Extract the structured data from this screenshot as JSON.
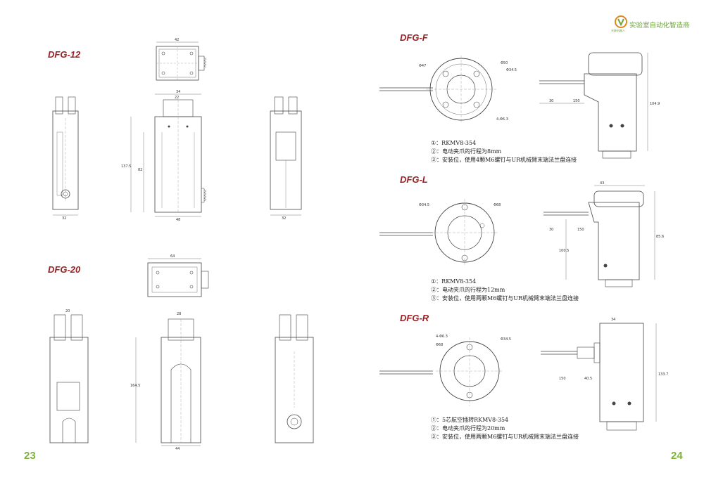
{
  "header": {
    "brand_tagline": "实验室自动化智造商",
    "logo_caption": "天豪机器人"
  },
  "pages": {
    "left": "23",
    "right": "24"
  },
  "models": {
    "dfg12": {
      "title": "DFG-12"
    },
    "dfg20": {
      "title": "DFG-20"
    },
    "dfgf": {
      "title": "DFG-F",
      "notes": [
        "①：RKMV8-354",
        "②：电动夹爪的行程为8mm",
        "③：安装位，使用4颗M6螺钉与UR机械臂末端法兰盘连接"
      ]
    },
    "dfgl": {
      "title": "DFG-L",
      "notes": [
        "①：RKMV8-354",
        "②：电动夹爪的行程为12mm",
        "③：安装位，使用两颗M6螺钉与UR机械臂末端法兰盘连接"
      ]
    },
    "dfgr": {
      "title": "DFG-R",
      "notes": [
        "①：5芯航空插转RKMV8-354",
        "②：电动夹爪的行程为20mm",
        "③：安装位，使用两颗M6螺钉与UR机械臂末端法兰盘连接"
      ]
    }
  },
  "dims": {
    "d42": "42",
    "d32": "32",
    "d34": "34",
    "d22": "22",
    "d48": "48",
    "d82": "82",
    "d1375": "137.5",
    "d64": "64",
    "d44": "44",
    "d20": "20",
    "d28": "28",
    "d1645": "164.5",
    "d47": "Φ47",
    "d50": "Φ50",
    "d345": "Φ34.5",
    "d30": "30",
    "d150": "150",
    "d1049": "104.9",
    "d68": "Φ68",
    "d43": "43",
    "d1005": "100.5",
    "d856": "85.6",
    "d1337": "133.7",
    "d34r": "34",
    "d405": "40.5",
    "d663": "4-Φ6.3"
  },
  "colors": {
    "title": "#9b1f23",
    "accent": "#7db33a",
    "line": "#444444"
  }
}
